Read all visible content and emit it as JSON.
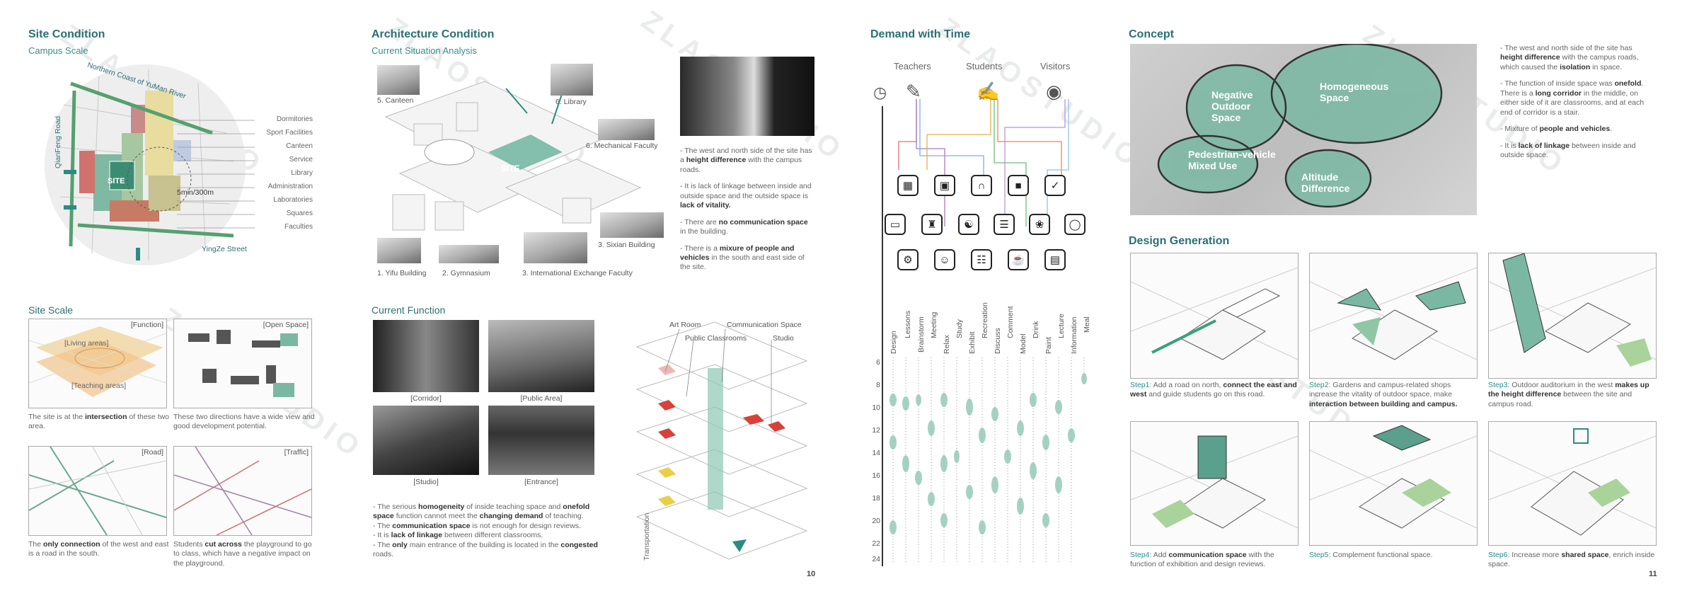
{
  "watermark": "ZLAOSTUDIO",
  "left_page": {
    "site_condition": {
      "title": "Site Condition",
      "subtitle": "Campus Scale",
      "map_labels": {
        "river": "Northern Coast of YuMan River",
        "road_left": "QianFeng Road",
        "road_bottom": "YingZe Street",
        "site": "SITE",
        "distance": "5min/300m"
      },
      "legend": [
        "Dormitories",
        "Sport Facilities",
        "Canteen",
        "Service",
        "Library",
        "Administration",
        "Laboratories",
        "Squares",
        "Faculties"
      ]
    },
    "site_scale": {
      "title": "Site Scale",
      "panels": [
        {
          "label": "[Function]",
          "inner_a": "[Living areas]",
          "inner_b": "[Teaching areas]",
          "caption_pre": "The site is at the ",
          "caption_bold": "intersection",
          "caption_post": " of these two area."
        },
        {
          "label": "[Open Space]",
          "caption": "These two directions have a wide view and good development potential."
        },
        {
          "label": "[Road]",
          "caption_pre": "The ",
          "caption_bold": "only connection",
          "caption_post": " of the west and east is a road in the south."
        },
        {
          "label": "[Traffic]",
          "caption_pre": "Students ",
          "caption_bold": "cut across",
          "caption_post": " the playground to go to class, which have a negative impact on the playground."
        }
      ]
    },
    "architecture_condition": {
      "title": "Architecture Condition",
      "subtitle": "Current Situation Analysis",
      "buildings": [
        "5. Canteen",
        "6. Library",
        "6. Mechanical Faculty",
        "3. Sixian Building",
        "1. Yifu Building",
        "2. Gymnasium",
        "3. International Exchange Faculty"
      ],
      "site_tag": "SITE",
      "notes": [
        {
          "pre": "- The west and north side of the site has a ",
          "bold": "height difference",
          "post": " with the campus roads."
        },
        {
          "pre": "- It is lack of linkage between inside and outside space and the outside space is ",
          "bold": "lack of vitality.",
          "post": ""
        },
        {
          "pre": "- There are ",
          "bold": "no communication space",
          "post": " in the building."
        },
        {
          "pre": "- There is a ",
          "bold": "mixure of people and vehicles",
          "post": " in the south and east side of the site."
        }
      ]
    },
    "current_function": {
      "title": "Current Function",
      "photos": [
        "[Corridor]",
        "[Public Area]",
        "[Studio]",
        "[Entrance]"
      ],
      "notes": [
        {
          "pre": "- The serious ",
          "bold": "homogeneity",
          "mid": " of inside teaching space and ",
          "bold2": "onefold space",
          "mid2": " function cannot meet the ",
          "bold3": "changing demand",
          "post": " of teaching."
        },
        {
          "pre": "- The ",
          "bold": "communication space",
          "post": " is not enough for design reviews."
        },
        {
          "pre": "- It is ",
          "bold": "lack of linkage",
          "post": " between different classrooms."
        },
        {
          "pre": "- The ",
          "bold": "only",
          "mid": " main entrance of the building is located in the ",
          "bold2": "congested",
          "post": " roads."
        }
      ],
      "diagram_labels": [
        "Art Room",
        "Communication Space",
        "Public Classrooms",
        "Studio",
        "Transportation"
      ]
    },
    "page_number": "10"
  },
  "right_page": {
    "demand_with_time": {
      "title": "Demand with Time",
      "groups": [
        "Teachers",
        "Students",
        "Visitors"
      ],
      "activities": [
        "Design",
        "Lessons",
        "Brainstorm",
        "Meeting",
        "Relax",
        "Study",
        "Exhibit",
        "Recreation",
        "Discuss",
        "Comment",
        "Model",
        "Drink",
        "Paint",
        "Lecture",
        "Information",
        "Meal"
      ],
      "hours": [
        "6",
        "8",
        "10",
        "12",
        "14",
        "16",
        "18",
        "20",
        "22",
        "24"
      ]
    },
    "concept": {
      "title": "Concept",
      "bubbles": [
        "Negative Outdoor Space",
        "Homogeneous Space",
        "Pedestrian-vehicle Mixed Use",
        "Altitude Difference"
      ],
      "notes": [
        {
          "pre": "- The west and north side of the site has ",
          "bold": "height difference",
          "mid": " with the campus roads, which caused the ",
          "bold2": "isolation",
          "post": " in space."
        },
        {
          "pre": "- The function of inside space was ",
          "bold": "onefold",
          "mid": ". There is a ",
          "bold2": "long corridor",
          "post": " in the middle, on either side of it are classrooms, and at each end of corridor is a stair."
        },
        {
          "pre": "- Mixture of ",
          "bold": "people and vehicles",
          "post": "."
        },
        {
          "pre": "- It is ",
          "bold": "lack of linkage",
          "post": " between inside and outside space."
        }
      ]
    },
    "design_generation": {
      "title": "Design Generation",
      "steps": [
        {
          "step": "Step1:",
          "pre": " Add a road on north, ",
          "bold": "connect the east and west",
          "post": " and guide students go on this road."
        },
        {
          "step": "Step2:",
          "pre": " Gardens and campus-related shops increase the vitality of outdoor space, make ",
          "bold": "interaction between building and campus.",
          "post": ""
        },
        {
          "step": "Step3:",
          "pre": " Outdoor auditorium in the west ",
          "bold": "makes up the height difference",
          "post": " between the site and campus road."
        },
        {
          "step": "Step4:",
          "pre": " Add ",
          "bold": "communication space",
          "post": " with the function of exhibition and design reviews."
        },
        {
          "step": "Step5:",
          "pre": " Complement functional space.",
          "bold": "",
          "post": ""
        },
        {
          "step": "Step6:",
          "pre": " Increase more ",
          "bold": "shared space",
          "post": ", enrich inside space."
        }
      ]
    },
    "page_number": "11"
  }
}
